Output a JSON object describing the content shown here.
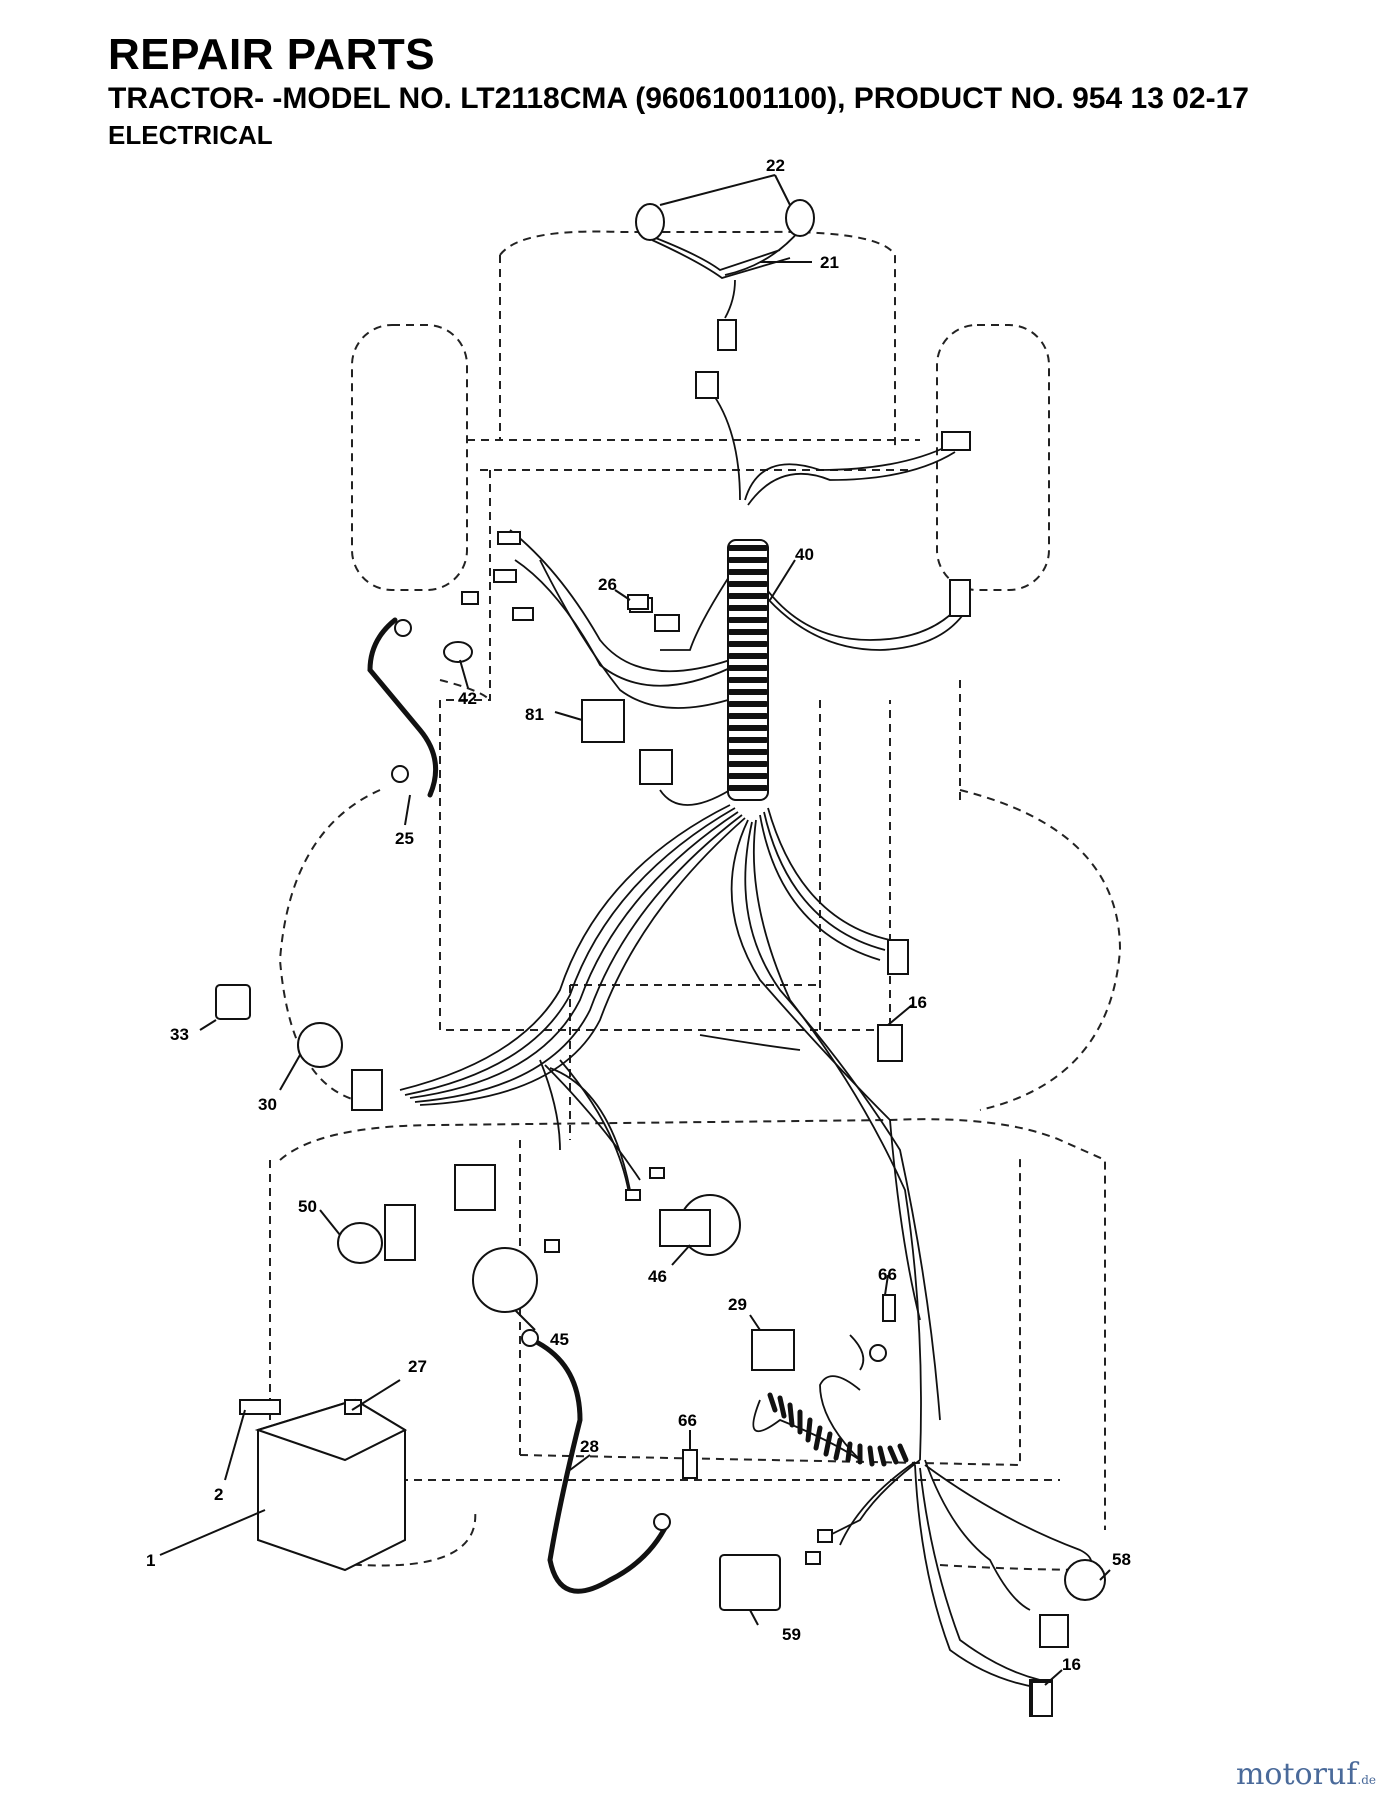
{
  "header": {
    "title": "REPAIR PARTS",
    "subtitle": "TRACTOR- -MODEL NO. LT2118CMA (96061001100), PRODUCT NO. 954 13 02-17",
    "section": "ELECTRICAL"
  },
  "callouts": [
    "22",
    "21",
    "40",
    "26",
    "42",
    "81",
    "25",
    "16",
    "33",
    "30",
    "50",
    "45",
    "46",
    "66",
    "29",
    "27",
    "2",
    "1",
    "28",
    "66",
    "59",
    "58",
    "16"
  ],
  "watermark": {
    "brand": "motoruf",
    "suffix": ".de"
  }
}
